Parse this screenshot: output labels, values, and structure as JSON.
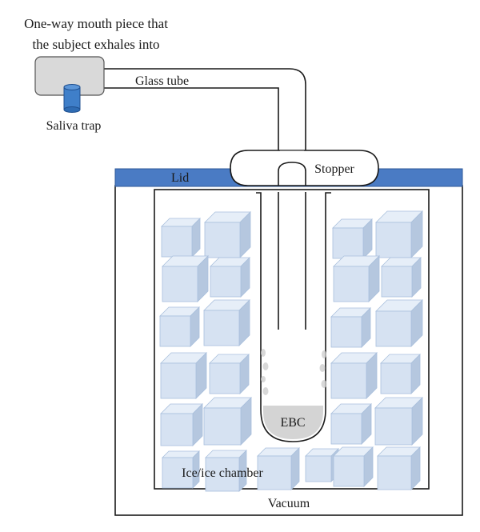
{
  "labels": {
    "mouthpiece_line1": "One-way mouth piece that",
    "mouthpiece_line2": "the subject exhales into",
    "glass_tube": "Glass tube",
    "saliva_trap": "Saliva trap",
    "lid": "Lid",
    "stopper": "Stopper",
    "ebc": "EBC",
    "ice_chamber": "Ice/ice chamber",
    "vacuum": "Vacuum"
  },
  "colors": {
    "lid": "#4a7bc4",
    "mouthpiece_body": "#d9d9d9",
    "saliva_trap": "#3f7fc9",
    "ice_front": "#d6e2f2",
    "ice_top": "#e6eef8",
    "ice_side": "#b5c7df",
    "ice_edge": "#a9bfdc",
    "ebc_fill": "#d4d4d4",
    "outline": "#1a1a1a"
  }
}
